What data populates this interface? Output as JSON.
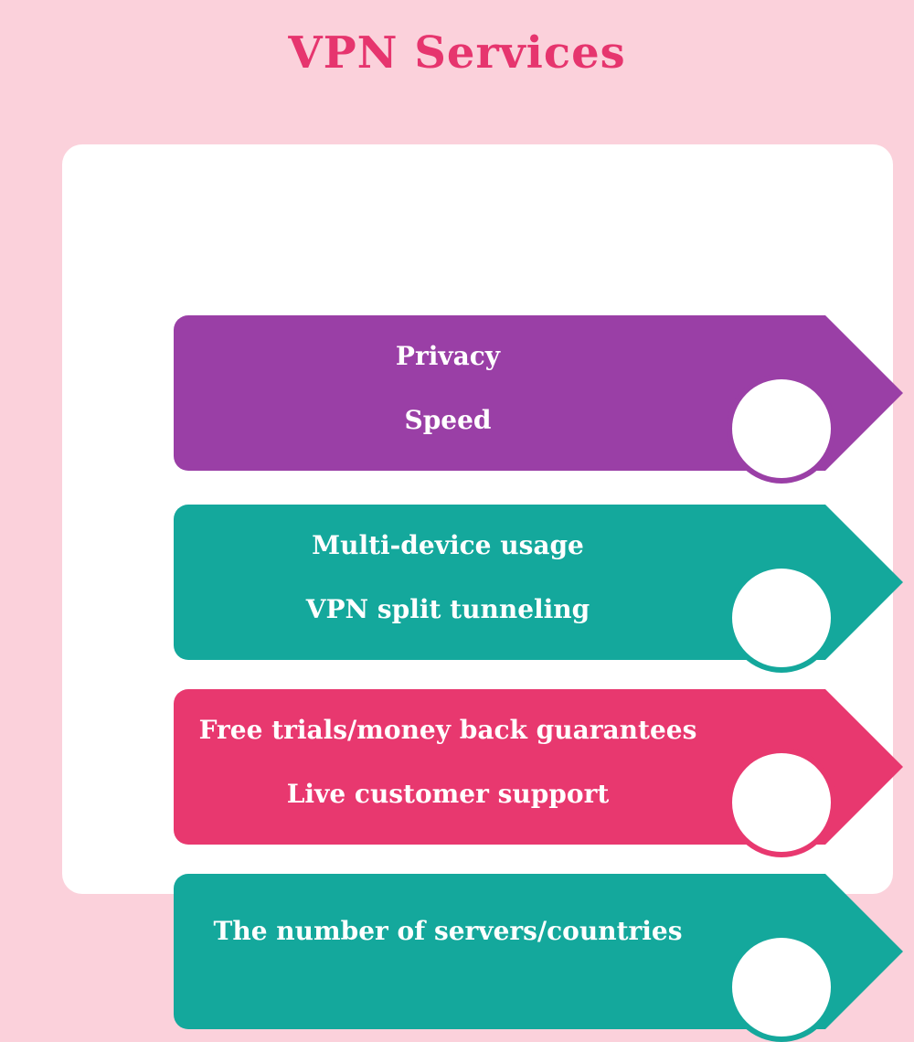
{
  "title": "VPN Services",
  "colors": {
    "background": "#fbd1db",
    "card": "#ffffff",
    "title": "#e6356e",
    "banner_text": "#ffffff",
    "purple": "#9a3fa6",
    "teal": "#14a89c",
    "pink": "#e8386f"
  },
  "banners": [
    {
      "id": "privacy-speed",
      "color": "#9a3fa6",
      "lines": [
        "Privacy",
        "Speed"
      ]
    },
    {
      "id": "device-tunneling",
      "color": "#14a89c",
      "lines": [
        "Multi-device usage",
        "VPN split tunneling"
      ]
    },
    {
      "id": "trials-support",
      "color": "#e8386f",
      "lines": [
        "Free trials/money back guarantees",
        "Live customer support"
      ]
    },
    {
      "id": "servers-countries",
      "color": "#14a89c",
      "lines": [
        "The number of servers/countries"
      ]
    }
  ]
}
